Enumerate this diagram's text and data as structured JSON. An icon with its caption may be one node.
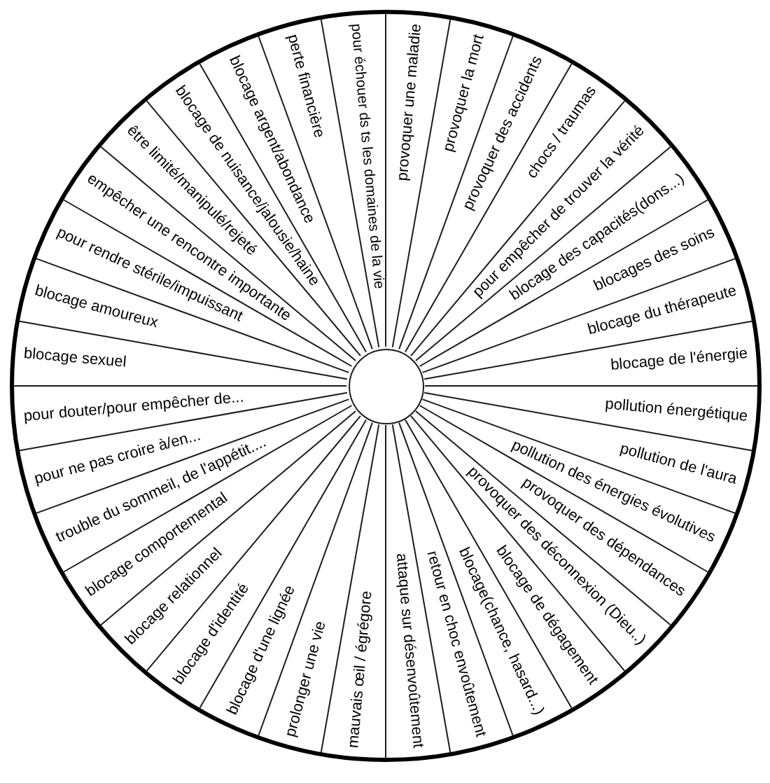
{
  "diagram": {
    "nodes": [
      {
        "text": [
          "provoquer une maladie",
          "provoquer la mort",
          "provoquer des accidents",
          "chocs / traumas",
          "pour empêcher de trouver la vérité",
          "blocage des capacités(dons...)",
          "blocages des soins",
          "blocage du thérapeute",
          "blocage de l'énergie",
          "pollution énergétique",
          "pollution de l'aura",
          "pollution des énergies évolutives",
          "provoquer des dépendances",
          "provoquer des déconnexion (Dieu..)",
          "blocage de dégagement",
          "blocage(chance, hasard...)",
          "retour en choc envoûtement",
          "attaque sur désenvoûtement",
          "mauvais œil / égrégore",
          "prolonger une vie",
          "blocage d'une lignée",
          "blocage d'identité",
          "blocage relationnel",
          "blocage comportemental",
          "trouble du sommeil, de l'appétit....",
          "pour ne pas croire à/en...",
          "pour douter/pour empêcher de...",
          "blocage sexuel",
          "blocage amoureux",
          "pour rendre stérile/impuissant",
          "empêcher une rencontre importante",
          "être limité/manipulé/rejeté",
          "blocage de nuisance/jalousie/haine",
          "blocage argent/abondance",
          "perte financière",
          "pour échouer ds ts les domaines de la vie"
        ]
      }
    ]
  }
}
